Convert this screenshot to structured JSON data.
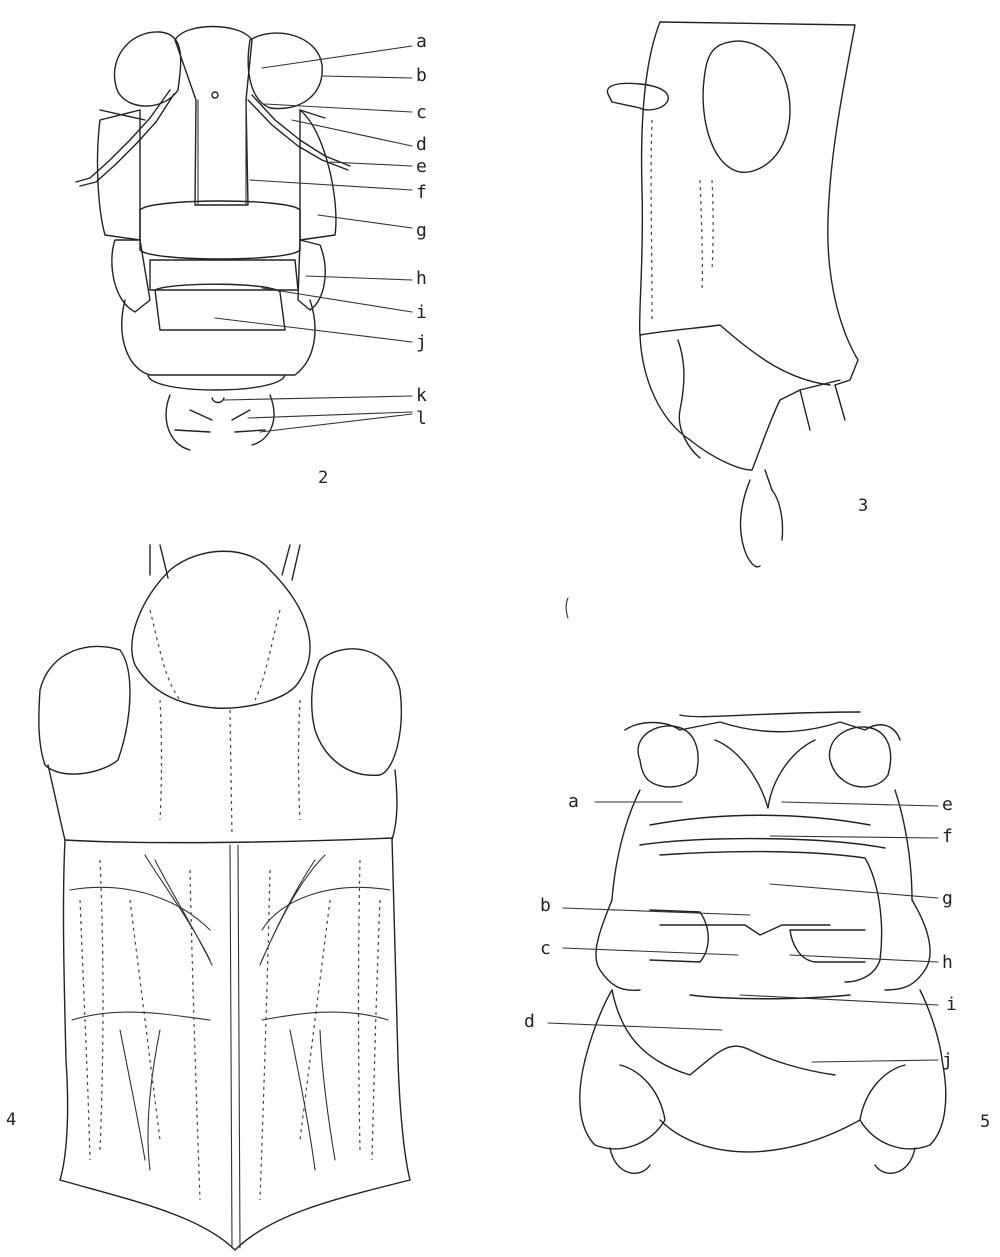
{
  "figures": [
    {
      "number": "2",
      "labels": [
        "a",
        "b",
        "c",
        "d",
        "e",
        "f",
        "g",
        "h",
        "i",
        "j",
        "k",
        "l"
      ]
    },
    {
      "number": "3",
      "labels": []
    },
    {
      "number": "4",
      "labels": []
    },
    {
      "number": "5",
      "labels": [
        "a",
        "b",
        "c",
        "d",
        "e",
        "f",
        "g",
        "h",
        "i",
        "j"
      ]
    }
  ]
}
